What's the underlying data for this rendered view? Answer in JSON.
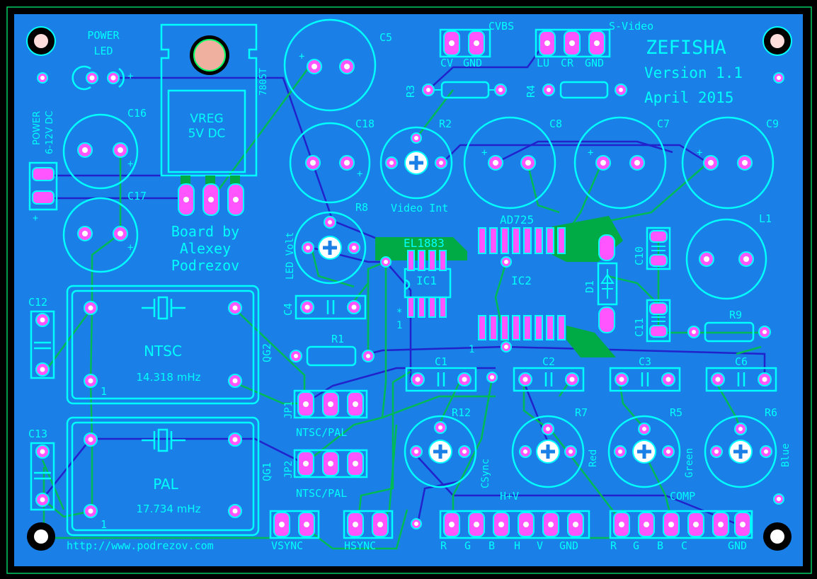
{
  "board": {
    "name": "ZEFISHA",
    "version": "Version 1.1",
    "date": "April 2015",
    "credit": [
      "Board by",
      "Alexey",
      "Podrezov"
    ],
    "url": "http://www.podrezov.com"
  },
  "power": {
    "led_label": [
      "POWER",
      "LED"
    ],
    "dc_label": [
      "POWER",
      "6-12V DC"
    ],
    "vreg": [
      "VREG",
      "5V DC"
    ],
    "vreg_part": "7805T"
  },
  "labels": {
    "c5": "C5",
    "c16": "C16",
    "c18": "C18",
    "c17": "C17",
    "c8": "C8",
    "c7": "C7",
    "c9": "C9",
    "r2": "R2",
    "r3": "R3",
    "r4": "R4",
    "r8": "R8",
    "r1": "R1",
    "r9": "R9",
    "r12": "R12",
    "r7": "R7",
    "r5": "R5",
    "r6": "R6",
    "l1": "L1",
    "c10": "C10",
    "c11": "C11",
    "d1": "D1",
    "c12": "C12",
    "c13": "C13",
    "c4": "C4",
    "c1": "C1",
    "c2": "C2",
    "c3": "C3",
    "c6": "C6",
    "ad725": "AD725",
    "ic2": "IC2",
    "el1883": "EL1883",
    "ic1": "IC1",
    "qg2": "QG2",
    "qg1": "QG1",
    "jp1": "JP1",
    "jp2": "JP2",
    "video_int": "Video Int",
    "led_volt": "LED Volt",
    "csync": "CSync",
    "red": "Red",
    "green": "Green",
    "blue": "Blue",
    "one": "1",
    "star": "*",
    "plus": "+"
  },
  "oscillators": {
    "ntsc": {
      "name": "NTSC",
      "freq": "14.318 mHz"
    },
    "pal": {
      "name": "PAL",
      "freq": "17.734 mHz"
    }
  },
  "jumpers": {
    "jp1": "NTSC/PAL",
    "jp2": "NTSC/PAL"
  },
  "connectors": {
    "cvbs": {
      "title": "CVBS",
      "pins": [
        "CV",
        "GND"
      ]
    },
    "svideo": {
      "title": "S-Video",
      "pins": [
        "LU",
        "CR",
        "GND"
      ]
    },
    "vsync": "VSYNC",
    "hsync": "HSYNC",
    "hv": {
      "title": "H+V",
      "pins": [
        "R",
        "G",
        "B",
        "H",
        "V",
        "GND"
      ]
    },
    "comp": {
      "title": "COMP",
      "pins": [
        "R",
        "G",
        "B",
        "C",
        "GND"
      ]
    }
  },
  "colors": {
    "board": "#1a7fe6",
    "silkscreen": "#00ffff",
    "pad": "#ff55ff",
    "top_trace": "#00bb55",
    "bottom_trace": "#2222cc",
    "mount_hole": "#000000"
  }
}
